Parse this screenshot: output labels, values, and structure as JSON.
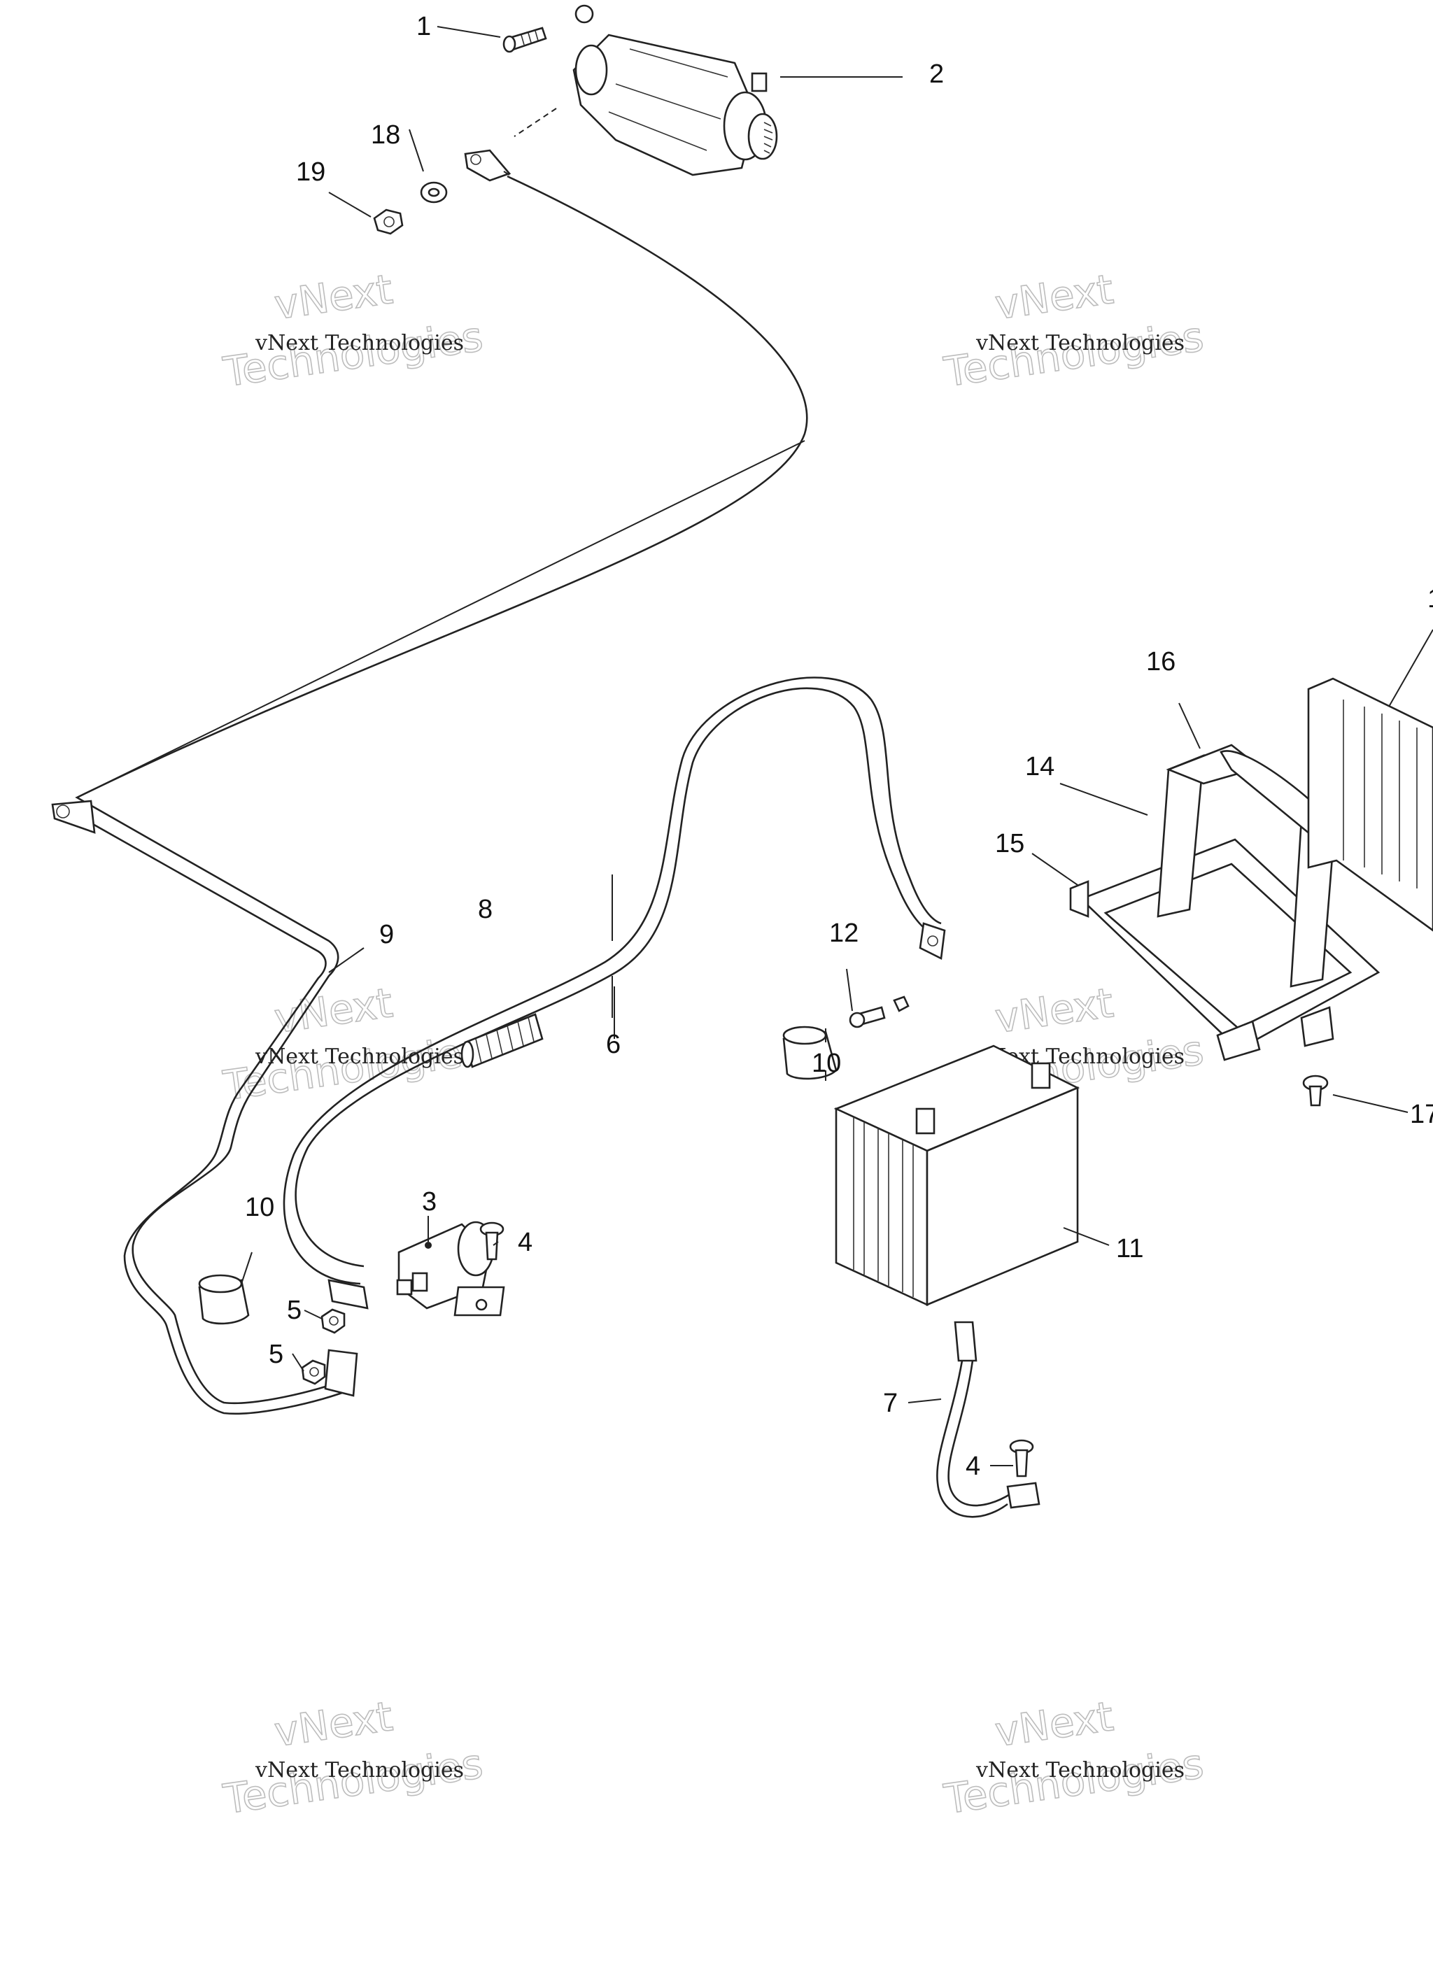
{
  "callouts": {
    "c1": "1",
    "c2": "2",
    "c3": "3",
    "c4a": "4",
    "c4b": "4",
    "c5a": "5",
    "c5b": "5",
    "c6": "6",
    "c7": "7",
    "c8": "8",
    "c9": "9",
    "c10a": "10",
    "c10b": "10",
    "c11": "11",
    "c12": "12",
    "c14": "14",
    "c15": "15",
    "c16": "16",
    "c17": "17",
    "c18": "18",
    "c19": "19",
    "c13": "1"
  },
  "watermark": {
    "line1": "vNext Technologies",
    "big_top": "vNext",
    "big_bottom": "Technologies"
  }
}
